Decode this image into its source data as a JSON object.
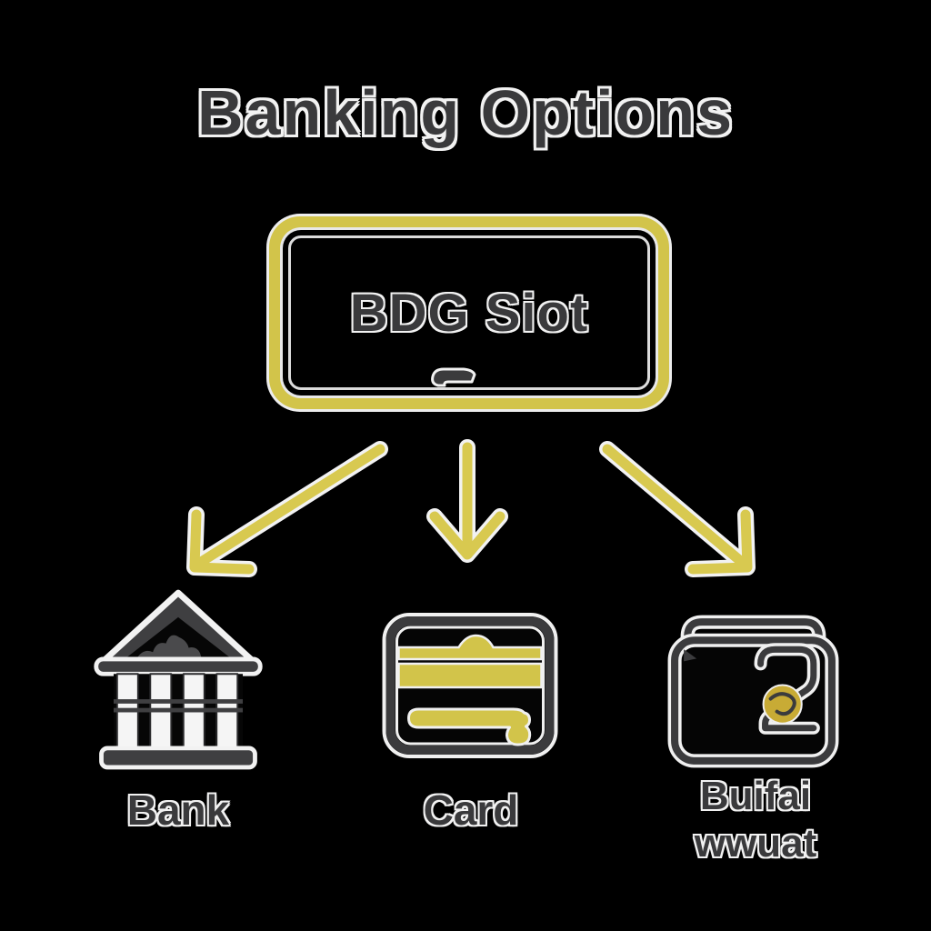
{
  "title": "Banking Options",
  "slot_box": {
    "label": "BDG Siot",
    "glyph": "hook-glyph"
  },
  "arrows": [
    {
      "name": "arrow-to-bank",
      "direction": "down-left"
    },
    {
      "name": "arrow-to-card",
      "direction": "down"
    },
    {
      "name": "arrow-to-wallet",
      "direction": "down-right"
    }
  ],
  "options": [
    {
      "label": "Bank",
      "icon": "bank-building-icon"
    },
    {
      "label": "Card",
      "icon": "credit-card-icon"
    },
    {
      "label_line1": "Buifai",
      "label_line2": "wwuat",
      "icon": "wallet-icon"
    }
  ],
  "colors": {
    "background": "#000000",
    "accent_yellow": "#d2c44a",
    "arrow_yellow": "#d8c950",
    "letter_gray": "#3a3a3c",
    "outline_white": "#f2f2f2",
    "coin_gold": "#c8ab35"
  }
}
